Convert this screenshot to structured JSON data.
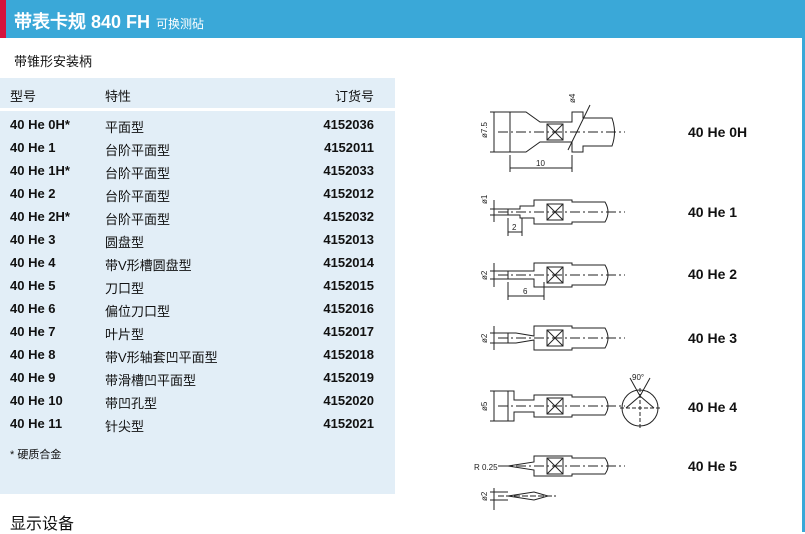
{
  "header": {
    "title_main": "带表卡规 840 FH",
    "title_sub": "可换测砧"
  },
  "section_title": "带锥形安装柄",
  "table": {
    "columns": [
      "型号",
      "特性",
      "订货号"
    ],
    "rows": [
      {
        "model": "40 He 0H*",
        "feature": "平面型",
        "order": "4152036"
      },
      {
        "model": "40 He 1",
        "feature": "台阶平面型",
        "order": "4152011"
      },
      {
        "model": "40 He 1H*",
        "feature": "台阶平面型",
        "order": "4152033"
      },
      {
        "model": "40 He 2",
        "feature": "台阶平面型",
        "order": "4152012"
      },
      {
        "model": "40 He 2H*",
        "feature": "台阶平面型",
        "order": "4152032"
      },
      {
        "model": "40 He 3",
        "feature": "圆盘型",
        "order": "4152013"
      },
      {
        "model": "40 He 4",
        "feature": "带V形槽圆盘型",
        "order": "4152014"
      },
      {
        "model": "40 He 5",
        "feature": "刀口型",
        "order": "4152015"
      },
      {
        "model": "40 He 6",
        "feature": "偏位刀口型",
        "order": "4152016"
      },
      {
        "model": "40 He 7",
        "feature": "叶片型",
        "order": "4152017"
      },
      {
        "model": "40 He 8",
        "feature": "带V形轴套凹平面型",
        "order": "4152018"
      },
      {
        "model": "40 He 9",
        "feature": "带滑槽凹平面型",
        "order": "4152019"
      },
      {
        "model": "40 He 10",
        "feature": "带凹孔型",
        "order": "4152020"
      },
      {
        "model": "40 He 11",
        "feature": "针尖型",
        "order": "4152021"
      }
    ]
  },
  "footnote": "*  硬质合金",
  "display_title": "显示设备",
  "diagram_labels": [
    "40 He 0H",
    "40 He 1",
    "40 He 2",
    "40 He 3",
    "40 He 4",
    "40 He 5"
  ],
  "dims": {
    "d0h_dia": "ø7.5",
    "d0h_top": "ø4",
    "d0h_len": "10",
    "d1_dia": "ø1",
    "d1_len": "2",
    "d2_dia": "ø2",
    "d2_len": "6",
    "d3_dia": "ø2",
    "d4_dia": "ø5",
    "d4_angle": "90°",
    "d5_r": "R 0.25",
    "d5_dia": "ø2"
  },
  "colors": {
    "header_bg": "#3aa8d8",
    "accent_red": "#d4143c",
    "panel_bg": "#e2eef7"
  }
}
